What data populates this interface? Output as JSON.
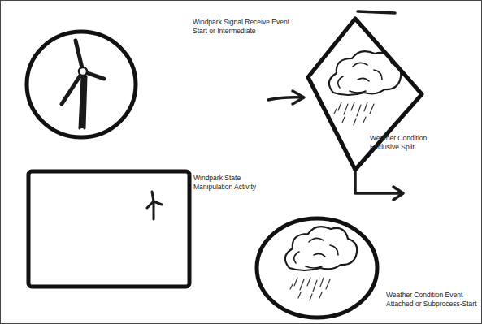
{
  "diagram": {
    "nodes": [
      {
        "text": [
          "Windpark Signal Receive Event Start or Intermediate"
        ]
      },
      {
        "text": [
          "Windpark State Manipulation Activity"
        ]
      },
      {
        "text": [
          "Weather Condition Exclusive Split"
        ]
      },
      {
        "text": [
          "Weather Condition Event Attached or Subprocess-Start"
        ]
      }
    ]
  }
}
